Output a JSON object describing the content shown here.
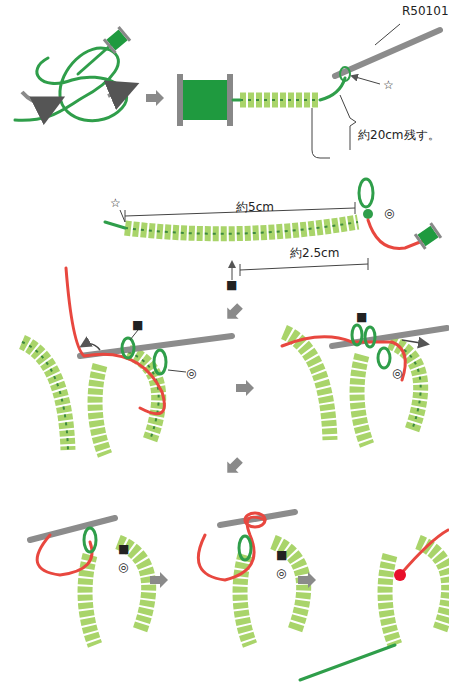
{
  "diagram": {
    "labels": [
      "R50101",
      "☆",
      "約20cm残す。",
      "☆",
      "約5cm",
      "◎",
      "■",
      "約2.5cm",
      "■",
      "◎",
      "■",
      "◎",
      "■",
      "◎",
      "■",
      "◎"
    ]
  }
}
